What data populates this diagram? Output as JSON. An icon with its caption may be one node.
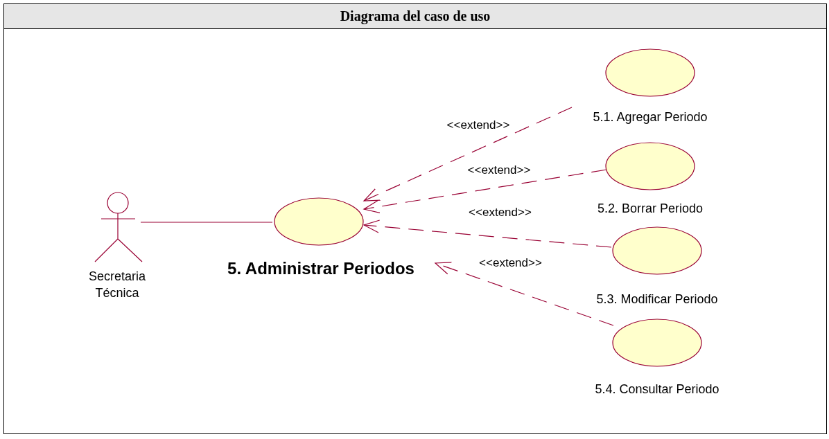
{
  "diagram": {
    "title": "Diagrama del caso de uso",
    "nodes": [
      {
        "text": [
          "Secretaria Técnica"
        ]
      },
      {
        "text": [
          "5. Administrar Periodos"
        ]
      },
      {
        "text": [
          "5.1. Agregar Periodo"
        ]
      },
      {
        "text": [
          "5.2. Borrar Periodo"
        ]
      },
      {
        "text": [
          "5.3. Modificar Periodo"
        ]
      },
      {
        "text": [
          "5.4. Consultar Periodo"
        ]
      }
    ],
    "edges": [
      {
        "from": 0,
        "to": 1,
        "arrow": "none"
      },
      {
        "from": 2,
        "to": 1,
        "arrow": "to",
        "style": "dashed",
        "label": "<<extend>>"
      },
      {
        "from": 3,
        "to": 1,
        "arrow": "to",
        "style": "dashed",
        "label": "<<extend>>"
      },
      {
        "from": 4,
        "to": 1,
        "arrow": "to",
        "style": "dashed",
        "label": "<<extend>>"
      },
      {
        "from": 5,
        "to": 1,
        "arrow": "to",
        "style": "dashed",
        "label": "<<extend>>"
      }
    ]
  }
}
